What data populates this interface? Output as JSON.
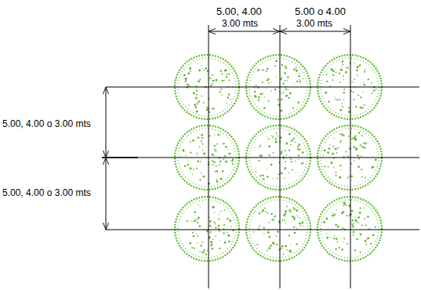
{
  "diagram": {
    "labels": [
      "5.00, 4.00",
      "3.00 mts",
      "5.00 o 4.00",
      "3.00 mts",
      "5.00, 4.00 o 3.00 mts",
      "5.00, 4.00 o 3.00 mts"
    ]
  }
}
